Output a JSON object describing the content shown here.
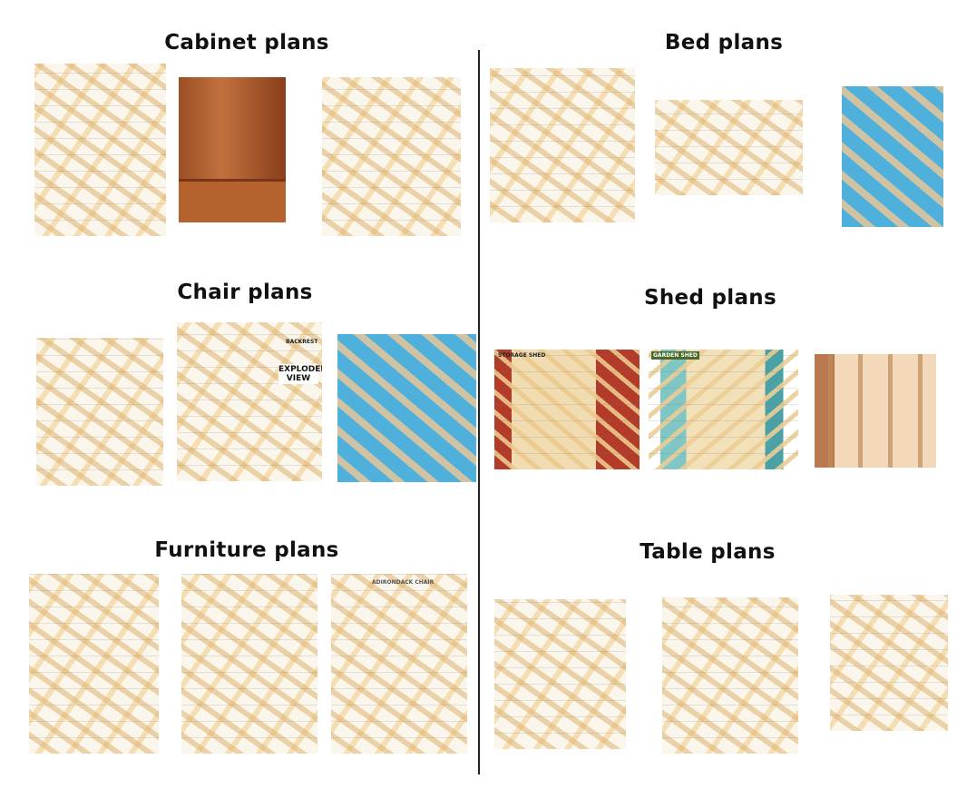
{
  "sections": {
    "cabinet": {
      "title": "Cabinet plans"
    },
    "bed": {
      "title": "Bed plans"
    },
    "chair": {
      "title": "Chair plans",
      "labels": {
        "exploded": "EXPLODED VIEW",
        "backrest": "BACKREST"
      }
    },
    "shed": {
      "title": "Shed plans",
      "labels": {
        "storage": "STORAGE SHED",
        "garden": "GARDEN SHED"
      }
    },
    "furniture": {
      "title": "Furniture plans",
      "labels": {
        "adirondack": "ADIRONDACK CHAIR"
      }
    },
    "table": {
      "title": "Table plans"
    }
  },
  "colors": {
    "divider": "#222222",
    "wood": "#deb26e",
    "blue_plan": "#4fb0dc",
    "shed_red": "#b33b2a",
    "shed_teal": "#7fc6c4"
  }
}
